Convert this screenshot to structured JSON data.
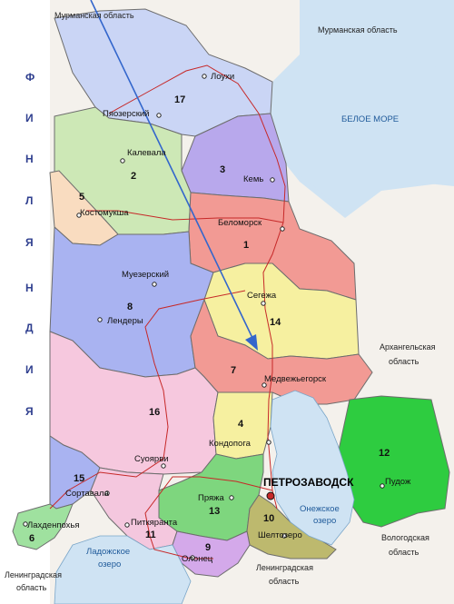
{
  "colors": {
    "background": "#ffffff",
    "sea": "#cfe3f3",
    "outside_land": "#f4f1ec",
    "region_1": "#f29a94",
    "region_2": "#cde8b6",
    "region_3": "#b8a8ec",
    "region_4": "#f6f0a0",
    "region_5": "#f9dcc0",
    "region_6": "#9fe19f",
    "region_7": "#f29a94",
    "region_8": "#a9b3f1",
    "region_9": "#d4a9ea",
    "region_10": "#bdb96e",
    "region_11": "#f4c7de",
    "region_12": "#2ecc40",
    "region_13": "#7ed67e",
    "region_14": "#f6f0a0",
    "region_15": "#a9b3f1",
    "region_16": "#f6c8de",
    "region_17": "#cad5f5",
    "railway": "#c62828",
    "arrow": "#3366cc"
  },
  "regions": [
    {
      "number": "1"
    },
    {
      "number": "2"
    },
    {
      "number": "3"
    },
    {
      "number": "4"
    },
    {
      "number": "5"
    },
    {
      "number": "6"
    },
    {
      "number": "7"
    },
    {
      "number": "8"
    },
    {
      "number": "9"
    },
    {
      "number": "10"
    },
    {
      "number": "11"
    },
    {
      "number": "12"
    },
    {
      "number": "13"
    },
    {
      "number": "14"
    },
    {
      "number": "15"
    },
    {
      "number": "16"
    },
    {
      "number": "17"
    }
  ],
  "cities": [
    {
      "name": "Лоухи"
    },
    {
      "name": "Пяозерский"
    },
    {
      "name": "Калевала"
    },
    {
      "name": "Кемь"
    },
    {
      "name": "Костомукша"
    },
    {
      "name": "Беломорск"
    },
    {
      "name": "Муезерский"
    },
    {
      "name": "Лендеры"
    },
    {
      "name": "Сегежа"
    },
    {
      "name": "Медвежьегорск"
    },
    {
      "name": "Кондопога"
    },
    {
      "name": "Суоярви"
    },
    {
      "name": "Пудож"
    },
    {
      "name": "Пряжа"
    },
    {
      "name": "Сортавала"
    },
    {
      "name": "Лахденпохья"
    },
    {
      "name": "Питкяранта"
    },
    {
      "name": "Шелтозеро"
    },
    {
      "name": "Олонец"
    }
  ],
  "capital": "ПЕТРОЗАВОДСК",
  "water": {
    "white_sea": "БЕЛОЕ МОРЕ",
    "onega_lake": [
      "Онежское",
      "озеро"
    ],
    "ladoga_lake": [
      "Ладожское",
      "озеро"
    ]
  },
  "neighbors": {
    "murmansk_top_left": "Мурманская  область",
    "murmansk_top_right": "Мурманская   область",
    "arkhangelsk": [
      "Архангельская",
      "область"
    ],
    "vologda": [
      "Вологодская",
      "область"
    ],
    "leningrad_bottom_left": [
      "Ленинградская",
      "область"
    ],
    "leningrad_bottom": [
      "Ленинградская",
      "область"
    ]
  },
  "country_letters": [
    "Ф",
    "И",
    "Н",
    "Л",
    "Я",
    "Н",
    "Д",
    "И",
    "Я"
  ]
}
